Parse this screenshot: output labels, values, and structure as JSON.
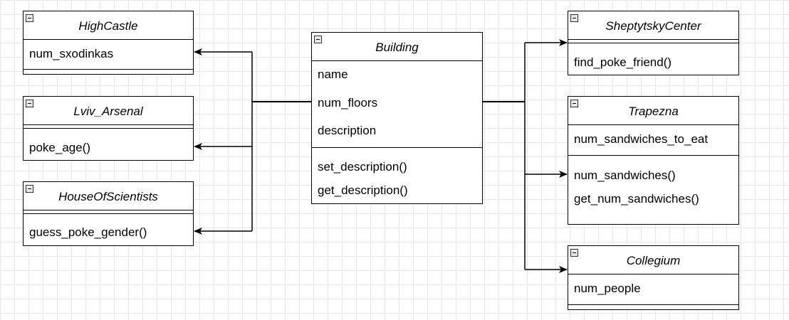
{
  "diagram": {
    "center": {
      "title": "Building",
      "attributes": [
        "name",
        "num_floors",
        "description"
      ],
      "methods": [
        "set_description()",
        "get_description()"
      ]
    },
    "left_classes": [
      {
        "title": "HighCastle",
        "attributes": [
          "num_sxodinkas"
        ],
        "methods": []
      },
      {
        "title": "Lviv_Arsenal",
        "attributes": [],
        "methods": [
          "poke_age()"
        ]
      },
      {
        "title": "HouseOfScientists",
        "attributes": [],
        "methods": [
          "guess_poke_gender()"
        ]
      }
    ],
    "right_classes": [
      {
        "title": "SheptytskyCenter",
        "attributes": [],
        "methods": [
          "find_poke_friend()"
        ]
      },
      {
        "title": "Trapezna",
        "attributes": [
          "num_sandwiches_to_eat"
        ],
        "methods": [
          "num_sandwiches()",
          "get_num_sandwiches()"
        ]
      },
      {
        "title": "Collegium",
        "attributes": [
          "num_people"
        ],
        "methods": []
      }
    ]
  }
}
